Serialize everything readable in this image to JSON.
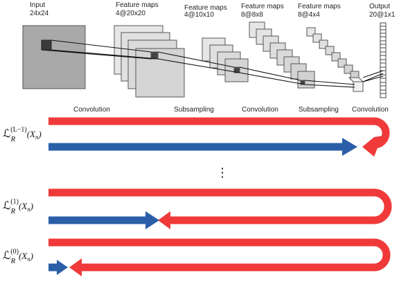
{
  "network": {
    "layers": [
      {
        "title": "Input",
        "size": "24x24"
      },
      {
        "title": "Feature maps",
        "size": "4@20x20"
      },
      {
        "title": "Feature maps",
        "size": "4@10x10"
      },
      {
        "title": "Feature maps",
        "size": "8@8x8"
      },
      {
        "title": "Feature maps",
        "size": "8@4x4"
      },
      {
        "title": "Output",
        "size": "20@1x1"
      }
    ],
    "operations": [
      "Convolution",
      "Subsampling",
      "Convolution",
      "Subsampling",
      "Convolution"
    ]
  },
  "passes": [
    {
      "base": "ℒ",
      "sub": "R",
      "sup": "(L−1)",
      "arg": "(X",
      "argsub": "n",
      "argclose": ")"
    },
    {
      "base": "ℒ",
      "sub": "R",
      "sup": "(1)",
      "arg": "(X",
      "argsub": "n",
      "argclose": ")"
    },
    {
      "base": "ℒ",
      "sub": "R",
      "sup": "(0)",
      "arg": "(X",
      "argsub": "n",
      "argclose": ")"
    }
  ],
  "ellipsis": "⋮",
  "colors": {
    "forward": "#f03a3a",
    "backward": "#2a5fa8",
    "map_fill": "#dcdcdc",
    "input_fill": "#a9a9a9"
  }
}
